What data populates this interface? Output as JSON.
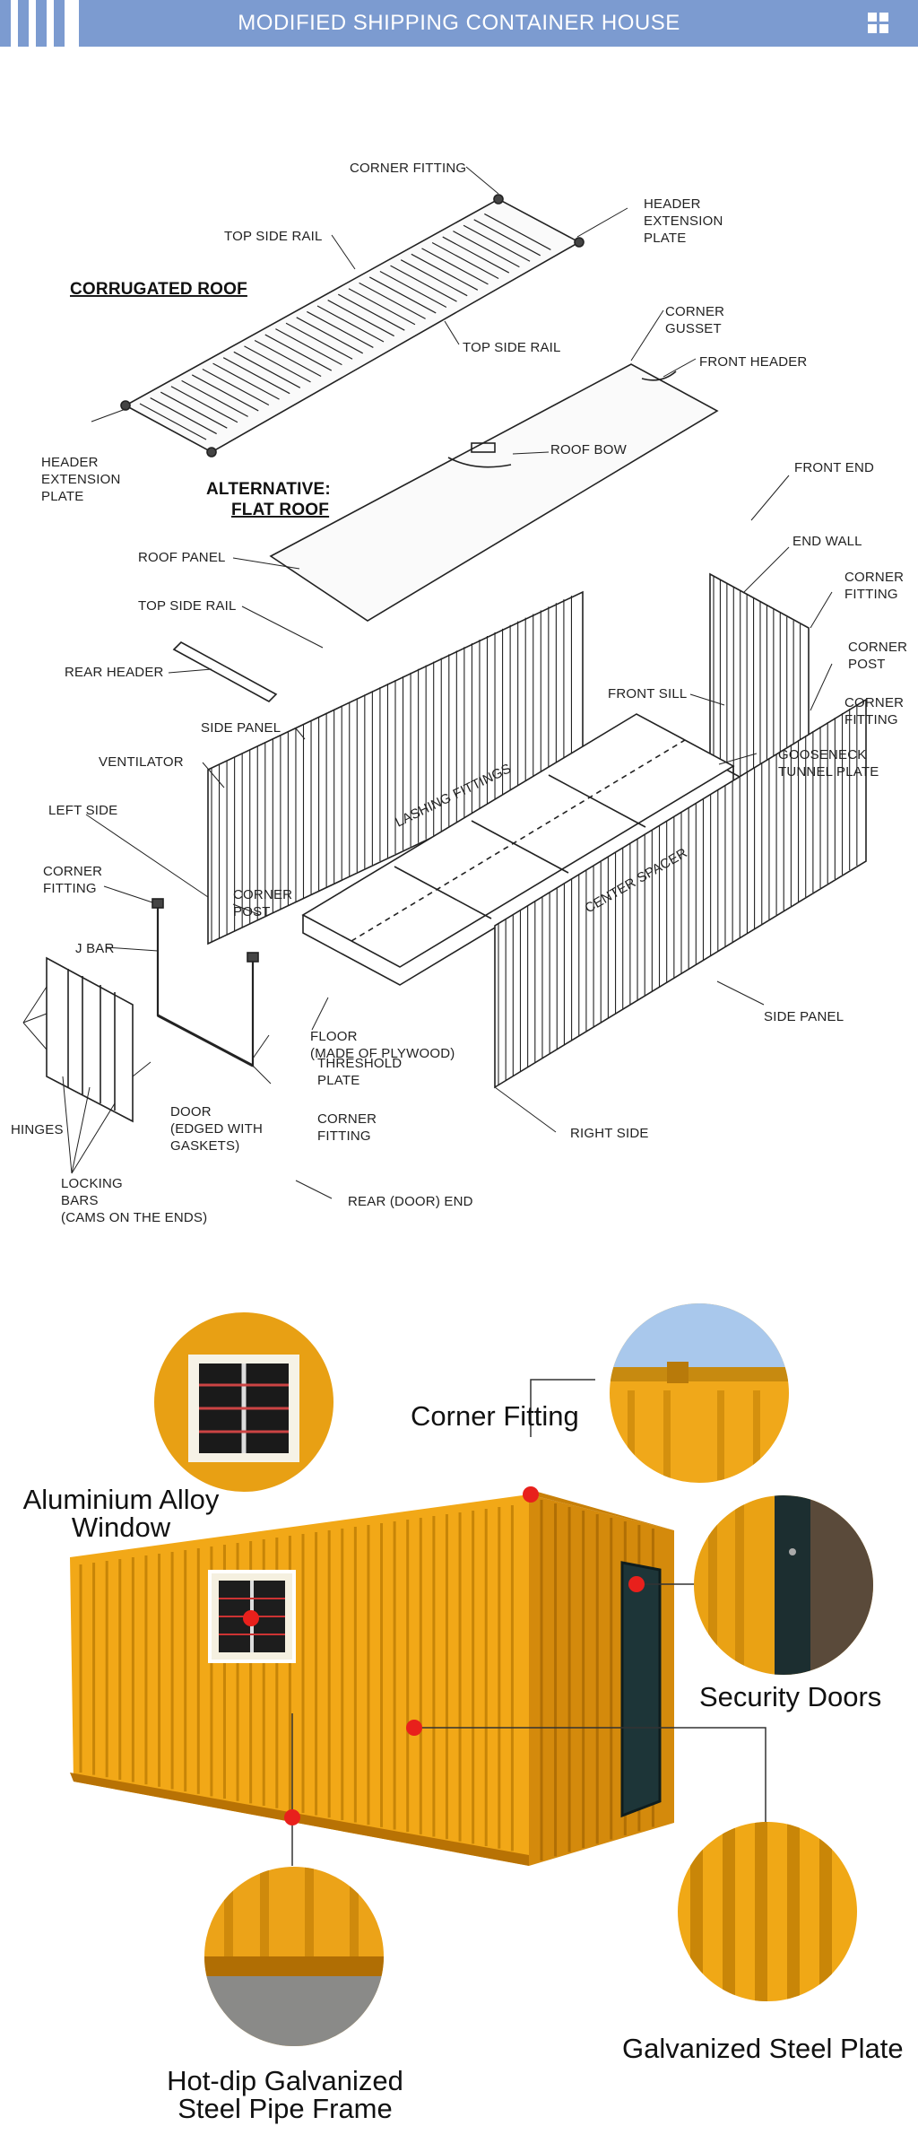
{
  "header": {
    "title": "MODIFIED SHIPPING CONTAINER HOUSE",
    "background": "#7c9bd0",
    "icon": "grid-icon"
  },
  "diagram": {
    "corrugated_roof": "CORRUGATED ROOF",
    "alt_flat_roof_1": "ALTERNATIVE:",
    "alt_flat_roof_2": "FLAT ROOF",
    "labels": {
      "corner_fitting_top": "CORNER FITTING",
      "top_side_rail_1": "TOP SIDE RAIL",
      "header_ext_right_1": "HEADER",
      "header_ext_right_2": "EXTENSION",
      "header_ext_right_3": "PLATE",
      "top_side_rail_2": "TOP SIDE RAIL",
      "corner_gusset_1": "CORNER",
      "corner_gusset_2": "GUSSET",
      "front_header": "FRONT HEADER",
      "header_ext_left_1": "HEADER",
      "header_ext_left_2": "EXTENSION",
      "header_ext_left_3": "PLATE",
      "roof_bow": "ROOF BOW",
      "front_end": "FRONT END",
      "roof_panel": "ROOF PANEL",
      "end_wall": "END WALL",
      "corner_fitting_r1_1": "CORNER",
      "corner_fitting_r1_2": "FITTING",
      "top_side_rail_3": "TOP SIDE RAIL",
      "corner_post_r_1": "CORNER",
      "corner_post_r_2": "POST",
      "rear_header": "REAR HEADER",
      "corner_fitting_r2_1": "CORNER",
      "corner_fitting_r2_2": "FITTING",
      "front_sill": "FRONT SILL",
      "gooseneck_1": "GOOSENECK",
      "gooseneck_2": "TUNNEL PLATE",
      "side_panel_left": "SIDE PANEL",
      "ventilator": "VENTILATOR",
      "lashing_fittings": "LASHING FITTINGS",
      "left_side": "LEFT SIDE",
      "center_spacer": "CENTER SPACER",
      "corner_fitting_l_1": "CORNER",
      "corner_fitting_l_2": "FITTING",
      "corner_post_l_1": "CORNER",
      "corner_post_l_2": "POST",
      "j_bar": "J BAR",
      "floor_1": "FLOOR",
      "floor_2": "(MADE OF PLYWOOD)",
      "side_panel_right": "SIDE PANEL",
      "threshold_1": "THRESHOLD",
      "threshold_2": "PLATE",
      "door_1": "DOOR",
      "door_2": "(EDGED WITH",
      "door_3": "GASKETS)",
      "hinges": "HINGES",
      "corner_fitting_b_1": "CORNER",
      "corner_fitting_b_2": "FITTING",
      "right_side": "RIGHT SIDE",
      "locking_1": "LOCKING",
      "locking_2": "BARS",
      "locking_3": "(CAMS ON THE ENDS)",
      "rear_door_end": "REAR (DOOR) END"
    }
  },
  "photo": {
    "container_color": "#f0a818",
    "marker_color": "#e8201c",
    "features": {
      "window": "Aluminium Alloy Window",
      "corner_fitting": "Corner Fitting",
      "security_doors": "Security Doors",
      "frame": "Hot-dip Galvanized Steel Pipe Frame",
      "steel_plate": "Galvanized Steel Plate"
    }
  }
}
